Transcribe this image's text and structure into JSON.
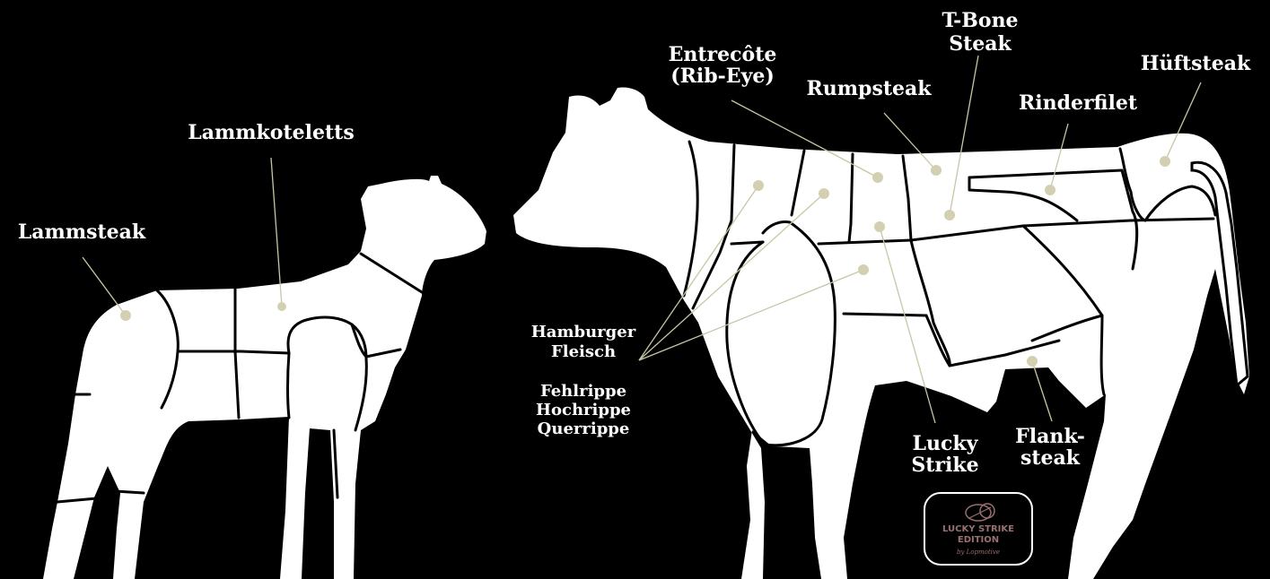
{
  "labels": {
    "lammsteak": "Lammsteak",
    "lammkoteletts": "Lammkoteletts",
    "entrecote_1": "Entrecôte",
    "entrecote_2": "(Rib-Eye)",
    "tbone_1": "T-Bone",
    "tbone_2": "Steak",
    "rumpsteak": "Rumpsteak",
    "hueftsteak": "Hüftsteak",
    "rinderfilet": "Rinderfilet",
    "hamburger_1": "Hamburger",
    "hamburger_2": "Fleisch",
    "rippe_1": "Fehlrippe",
    "rippe_2": "Hochrippe",
    "rippe_3": "Querrippe",
    "lucky_1": "Lucky",
    "lucky_2": "Strike",
    "flank_1": "Flank-",
    "flank_2": "steak"
  },
  "badge": {
    "line1": "LUCKY STRIKE",
    "line2": "EDITION",
    "line3": "by Lopmotive"
  },
  "colors": {
    "background": "#000000",
    "silhouette": "#ffffff",
    "leader": "#c9c6a5",
    "badge_text": "#9a6f6f"
  }
}
